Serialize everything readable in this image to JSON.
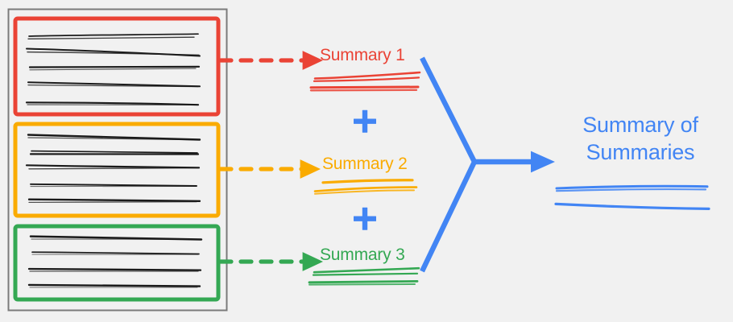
{
  "diagram": {
    "title": "Hierarchical summarization: multiple document chunks summarized then combined",
    "background_color": "#f1f1f1",
    "colors": {
      "red": "#EA4335",
      "orange": "#FAAB00",
      "green": "#34A853",
      "blue": "#4285F4",
      "container_border": "#7a7a7a",
      "text_lines": "#1a1a1a"
    }
  },
  "source_document": {
    "name": "document-container",
    "chunks": [
      {
        "id": "chunk-1",
        "color": "#EA4335",
        "text_line_count": 5
      },
      {
        "id": "chunk-2",
        "color": "#FAAB00",
        "text_line_count": 5
      },
      {
        "id": "chunk-3",
        "color": "#34A853",
        "text_line_count": 4
      }
    ]
  },
  "summaries": [
    {
      "id": "summary-1",
      "label": "Summary 1",
      "color": "#EA4335",
      "underline_strokes": 4
    },
    {
      "id": "summary-2",
      "label": "Summary 2",
      "color": "#FAAB00",
      "underline_strokes": 3
    },
    {
      "id": "summary-3",
      "label": "Summary 3",
      "color": "#34A853",
      "underline_strokes": 4
    }
  ],
  "operators": [
    {
      "id": "plus-1",
      "glyph": "+",
      "color": "#4285F4"
    },
    {
      "id": "plus-2",
      "glyph": "+",
      "color": "#4285F4"
    }
  ],
  "final_output": {
    "id": "summary-of-summaries",
    "label_line_1": "Summary of",
    "label_line_2": "Summaries",
    "color": "#4285F4",
    "underline_strokes": 3
  },
  "connectors": [
    {
      "id": "arrow-chunk1-to-summary1",
      "style": "dashed",
      "color": "#EA4335",
      "direction": "right"
    },
    {
      "id": "arrow-chunk2-to-summary2",
      "style": "dashed",
      "color": "#FAAB00",
      "direction": "right"
    },
    {
      "id": "arrow-chunk3-to-summary3",
      "style": "dashed",
      "color": "#34A853",
      "direction": "right"
    },
    {
      "id": "merge-arrow-to-final",
      "style": "solid",
      "color": "#4285F4",
      "direction": "right",
      "shape": "y-merge"
    }
  ]
}
